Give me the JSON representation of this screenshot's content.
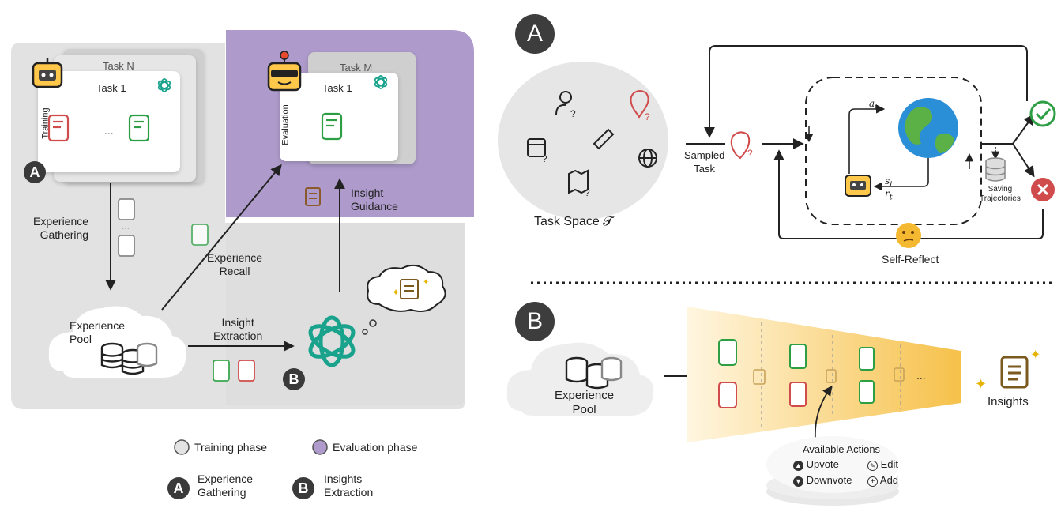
{
  "left": {
    "training_card": {
      "back_title": "Task N",
      "front_title": "Task 1",
      "side_label": "Training",
      "ellipsis": "..."
    },
    "evaluation_card": {
      "back_title": "Task M",
      "front_title": "Task 1",
      "side_label": "Evaluation"
    },
    "badge_a": "A",
    "badge_b": "B",
    "experience_gathering": "Experience\nGathering",
    "experience_recall": "Experience\nRecall",
    "insight_guidance": "Insight\nGuidance",
    "insight_extraction": "Insight\nExtraction",
    "experience_pool": "Experience\nPool",
    "legend": {
      "training_phase": "Training phase",
      "evaluation_phase": "Evaluation phase",
      "a_label": "Experience\nGathering",
      "b_label": "Insights\nExtraction"
    },
    "colors": {
      "gray_panel": "#e3e3e3",
      "purple_panel": "#ae9bcb",
      "accent_green": "#2e9e44",
      "accent_red": "#d04b4b",
      "openai_teal": "#1aa38c"
    }
  },
  "right_a": {
    "badge": "A",
    "task_space": "Task Space 𝓣",
    "sampled_task": "Sampled\nTask",
    "a_t": "a",
    "s_t": "s",
    "r_t": "r",
    "saving_trajectories": "Saving\nTrajectories",
    "self_reflect": "Self-Reflect"
  },
  "right_b": {
    "badge": "B",
    "experience_pool": "Experience\nPool",
    "ellipsis": "...",
    "insights": "Insights",
    "actions": {
      "title": "Available Actions",
      "upvote": "Upvote",
      "edit": "Edit",
      "downvote": "Downvote",
      "add": "Add"
    }
  }
}
